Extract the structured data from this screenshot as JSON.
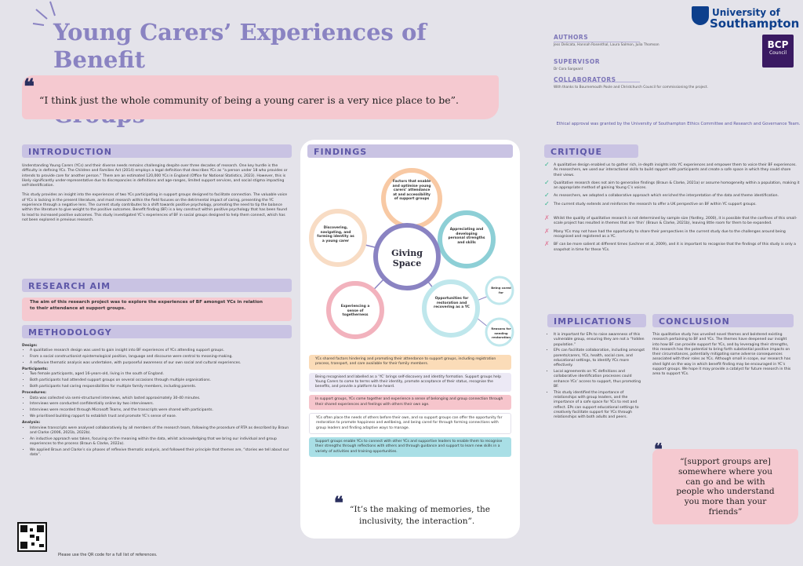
{
  "title": {
    "line1": "Young Carers’ Experiences of Benefit",
    "line2": "Finding in the Context of Support Groups"
  },
  "header_quote": "“I think just the whole community of being a young carer is a very nice place to be”.",
  "meta": {
    "authors_label": "AUTHORS",
    "authors": "Jess Delicata, Hannah Rosenthal, Laura Salmon, Julia Thomson",
    "supervisor_label": "SUPERVISOR",
    "supervisor": "Dr Cora Sargeant",
    "collaborators_label": "COLLABORATORS",
    "collaborators": "With thanks to Bournemouth Poole and Christchurch Council for commissioning the project."
  },
  "logos": {
    "uos_line1": "University of",
    "uos_line2": "Southampton",
    "bcp_line1": "BCP",
    "bcp_line2": "Council"
  },
  "ethics": "Ethical approval was granted by the University of Southampton Ethics Committee and Research and Governance Team.",
  "introduction": {
    "heading": "INTRODUCTION",
    "p1": "Understanding Young Carers (YCs) and their diverse needs remains challenging despite over three decades of research. One key hurdle is the difficulty in defining YCs. The Children and Families Act (2014) employs a legal definition that describes YCs as “a person under 18 who provides or intends to provide care for another person.” There are an estimated 120,000 YCs in England (Office for National Statistics, 2023). However, this is likely significantly under-representative due to discrepancies in definitions and age-ranges, limited support services, and social stigma impacting self-identification.",
    "p2": "This study provides an insight into the experiences of two YCs participating in support groups designed to facilitate connection. The valuable voice of YCs is lacking in the present literature, and most research within the field focuses on the detrimental impact of caring, presenting the YC experience through a negative lens. The current study contributes to a shift towards positive psychology, promoting the need to tip the balance within the literature to give weight to the positive outcomes. Benefit finding (BF) is a key construct within positive psychology that has been found to lead to increased positive outcomes. This study investigated YC’s experiences of BF in social groups designed to help them connect, which has not been explored in previous research."
  },
  "research_aim": {
    "heading": "RESEARCH AIM",
    "text": "The aim of this research project was to explore the experiences of BF amongst YCs in relation to their attendance at support groups."
  },
  "methodology": {
    "heading": "METHODOLOGY",
    "design_label": "Design:",
    "design": [
      "A qualitative research design was used to gain insight into BF experiences of YCs attending support groups.",
      "From a social constructionist epistemological position, language and discourse were central to meaning-making.",
      "A reflexive thematic analysis was undertaken, with purposeful awareness of our own social and cultural experiences."
    ],
    "participants_label": "Participants:",
    "participants": [
      "Two female participants, aged 16-years-old, living in the south of England.",
      "Both participants had attended support groups on several occasions through multiple organisations.",
      "Both participants had caring responsibilities for multiple family members, including parents."
    ],
    "procedures_label": "Procedures:",
    "procedures": [
      "Data was collected via semi-structured interviews, which lasted approximately 30-40 minutes.",
      "Interviews were conducted confidentially online by two interviewers.",
      "Interviews were recorded through Microsoft Teams, and the transcripts were shared with participants.",
      "We prioritised building rapport to establish trust and promote YC’s sense of ease."
    ],
    "analysis_label": "Analysis:",
    "analysis": [
      "Interview transcripts were analysed collaboratively by all members of the research team, following the procedure of RTA as described by Braun and Clarke (2006, 2021b, 2022b).",
      "An inductive approach was taken, focusing on the meaning within the data, whilst acknowledging that we bring our individual and group experiences to the process (Braun & Clarke, 2022a).",
      "We applied Braun and Clarke’s six phases of reflexive thematic analysis, and followed their principle that themes are, “stories we tell about our data”."
    ]
  },
  "findings": {
    "heading": "FINDINGS",
    "center": "Giving Space",
    "themes": {
      "top": "Factors that enable and optimise young carers’ attendance at and accessibility of support groups",
      "left": "Discovering, navigating, and forming identity as a young carer",
      "right": "Appreciating and developing personal strengths and skills",
      "bottom_left": "Experiencing a sense of togetherness",
      "bottom_right": "Opportunities for restoration and recovering as a YC",
      "sub1": "Being cared for",
      "sub2": "Reasons for needing restoration"
    },
    "items": [
      "YCs shared factors hindering and promoting their attendance to support groups, including registration process, transport, and care available for their family members.",
      "Being recognised and labelled as a ‘YC’ brings self-discovery and identity formation. Support groups help Young Carers to come to terms with their identity, promote acceptance of their status, recognise the benefits, and provide a platform to be heard.",
      "In support groups, YCs come together and experience a sense of belonging and group connection through their shared experiences and feelings with others their own age.",
      "YCs often place the needs of others before their own, and so support groups can offer the opportunity for restoration to promote happiness and wellbeing, and being cared for through forming connections with group leaders and finding adaptive ways to manage.",
      "Support groups enable YCs to connect with other YCs and supportive leaders to enable them to recognise their strengths through reflections with others and through guidance and support to learn new skills in a variety of activities and training opportunities."
    ],
    "colors": [
      "#fbdcb8",
      "#ece9f5",
      "#f6c5cc",
      "#ffffff",
      "#a9dfe6"
    ],
    "quote_line1": "“It’s the making of memories, the",
    "quote_line2": "inclusivity, the interaction”."
  },
  "critique": {
    "heading": "CRITIQUE",
    "strengths": [
      "A qualitative design enabled us to gather rich, in-depth insights into YC experiences and empower them to voice their BF experiences. As researchers, we used our interactional skills to build rapport with participants and create a safe space in which they could share their views.",
      "Qualitative research does not aim to generalise findings (Braun & Clarke, 2021a) or assume homogeneity within a population, making it an appropriate method of gaining Young C’s voices.",
      "As researchers, we adopted a collaborative approach which enriched the interpretation of the data and theme identification.",
      "The current study extends and reinforces the research to offer a UK perspective on BF within YC support groups."
    ],
    "limitations": [
      "Whilst the quality of qualitative research is not determined by sample size (Yardley, 2000), it is possible that the confines of this small-scale project has resulted in themes that are ‘thin’ (Braun & Clarke, 2021b), leaving little room for them to be expanded.",
      "Many YCs may not have had the opportunity to share their perspectives in the current study due to the challenges around being recognised and registered as a YC.",
      "BF can be more salient at different times (Lechner et al, 2009), and it is important to recognise that the findings of this study is only a snapshot in time for these YCs."
    ]
  },
  "implications": {
    "heading": "IMPLICATIONS",
    "items": [
      "It is important for EPs to raise awareness of this vulnerable group, ensuring they are not a “hidden population.”",
      "EPs can facilitate collaboration, including amongst parents/carers, YCs, health, social care, and educational settings, to identify YCs more effectively.",
      "Local agreements on YC definitions and collaborative identification processes could enhance YCs’ access to support, thus promoting BF.",
      "This study identified the importance of relationships with group leaders, and the importance of a safe space for YCs to rest and reflect. EPs can support educational settings to creatively facilitate support for YCs through relationships with both adults and peers."
    ]
  },
  "conclusion": {
    "heading": "CONCLUSION",
    "text": "This qualitative study has unveiled novel themes and bolstered existing research pertaining to BF and YCs. The themes have deepened our insight into how BF can provide support for YCs, and by leveraging their strengths, this research has the potential to bring forth substantial positive impacts on their circumstances, potentially mitigating some adverse consequences associated with their roles as YCs. Although small in scope, our research has shed light on the way in which benefit finding may be encouraged in YC’s support groups. We hope it may provide a catalyst for future research in this area to support YCs."
  },
  "closing_quote": {
    "line1": "“[support groups are]",
    "line2": "somewhere where you",
    "line3": "can go and be with",
    "line4": "people who understand",
    "line5": "you more than your",
    "line6": "friends”"
  },
  "references_note": "Please use the QR code for a full list of references."
}
